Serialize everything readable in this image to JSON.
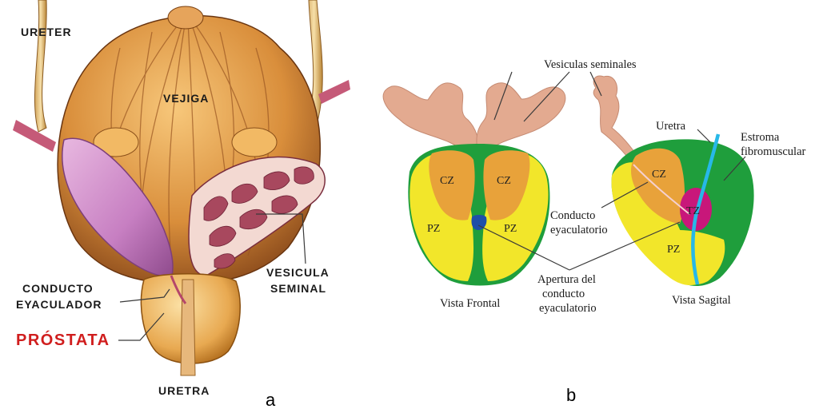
{
  "panel_a": {
    "labels": {
      "ureter": "URETER",
      "vejiga": "VEJIGA",
      "vesicula_line1": "VESICULA",
      "vesicula_line2": "SEMINAL",
      "conducto_line1": "CONDUCTO",
      "conducto_line2": "EYACULADOR",
      "prostata": "PRÓSTATA",
      "uretra": "URETRA"
    },
    "caption": "a"
  },
  "panel_b": {
    "labels": {
      "vesiculas": "Vesiculas seminales",
      "uretra": "Uretra",
      "estroma_line1": "Estroma",
      "estroma_line2": "fibromuscular",
      "conducto_line1": "Conducto",
      "conducto_line2": "eyaculatorio",
      "apertura_line1": "Apertura del",
      "apertura_line2": "conducto",
      "apertura_line3": "eyaculatorio",
      "vista_frontal": "Vista Frontal",
      "vista_sagital": "Vista Sagital"
    },
    "zones": {
      "cz": "CZ",
      "pz": "PZ",
      "tz": "TZ"
    },
    "colors": {
      "cz": "#e8a23a",
      "pz": "#f2e62a",
      "tz": "#c8177a",
      "stroma": "#1f9e3c",
      "seminal": "#e3aa90",
      "urethra": "#27b8e8",
      "opening": "#1f4fa8"
    },
    "caption": "b"
  }
}
